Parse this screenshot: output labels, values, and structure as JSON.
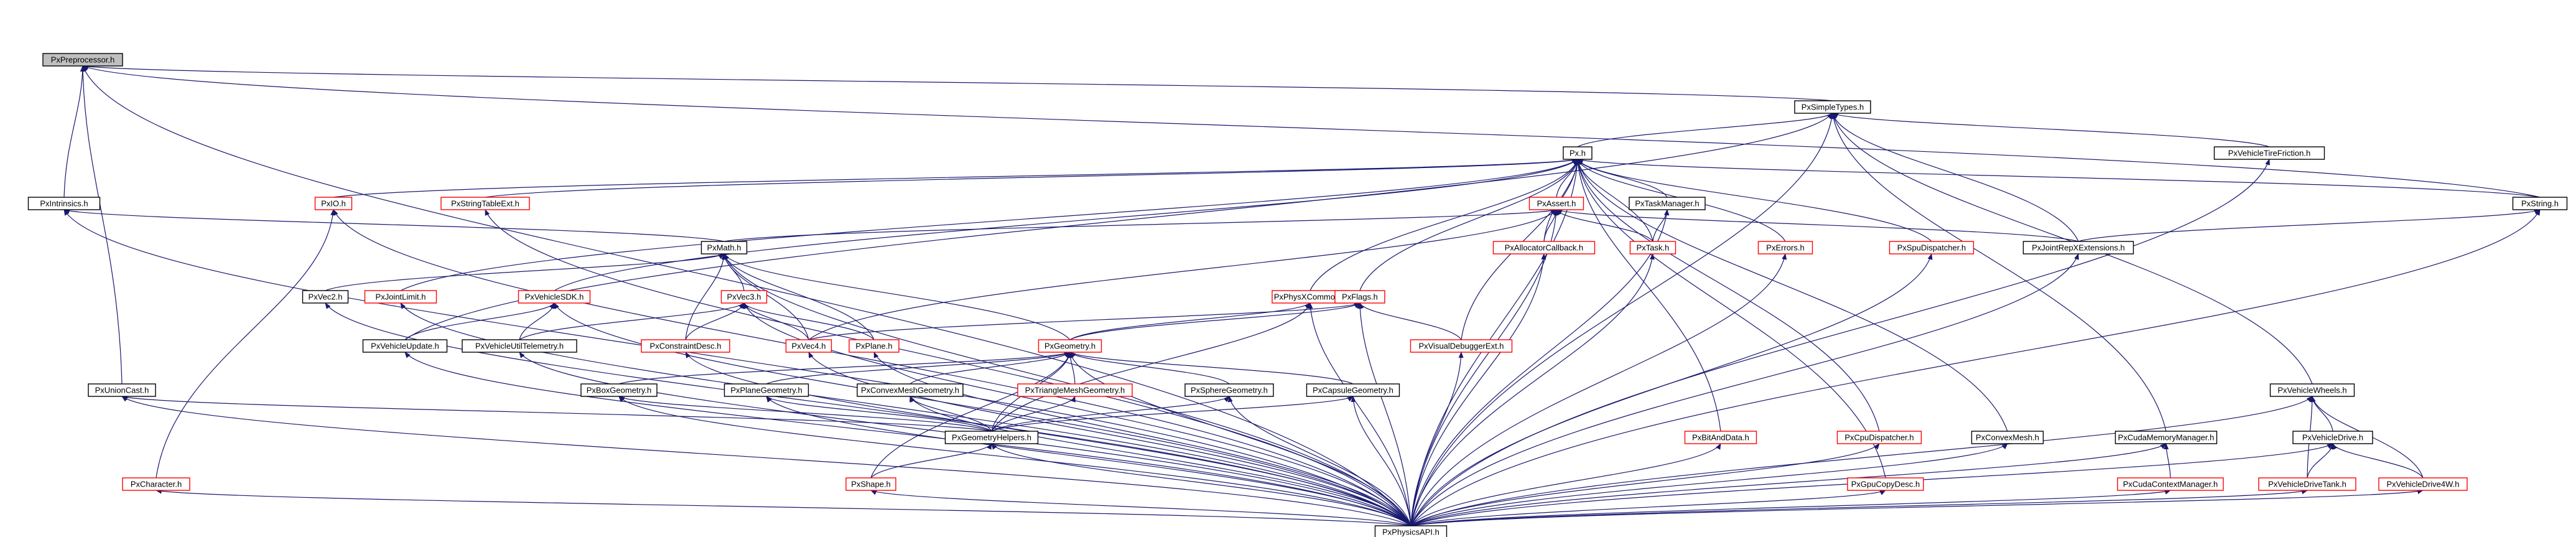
{
  "colors": {
    "edge": "#191970",
    "node_border_complete": "#000000",
    "node_border_incomplete": "#ff0000",
    "root_fill": "#bfbfbf",
    "node_fill": "#ffffff"
  },
  "nodes": [
    {
      "id": "pxpreprocessor",
      "label": "PxPreprocessor.h",
      "kind": "root"
    },
    {
      "id": "pxsimpletypes",
      "label": "PxSimpleTypes.h",
      "kind": "black"
    },
    {
      "id": "pxh",
      "label": "Px.h",
      "kind": "black"
    },
    {
      "id": "pxintrinsics",
      "label": "PxIntrinsics.h",
      "kind": "black"
    },
    {
      "id": "pxio",
      "label": "PxIO.h",
      "kind": "red"
    },
    {
      "id": "pxstringtableext",
      "label": "PxStringTableExt.h",
      "kind": "red"
    },
    {
      "id": "pxassert",
      "label": "PxAssert.h",
      "kind": "red"
    },
    {
      "id": "pxtaskmanager",
      "label": "PxTaskManager.h",
      "kind": "black"
    },
    {
      "id": "pxvehicletirefriction",
      "label": "PxVehicleTireFriction.h",
      "kind": "black"
    },
    {
      "id": "pxstring",
      "label": "PxString.h",
      "kind": "black"
    },
    {
      "id": "pxmath",
      "label": "PxMath.h",
      "kind": "black"
    },
    {
      "id": "pxallocatorcallback",
      "label": "PxAllocatorCallback.h",
      "kind": "red"
    },
    {
      "id": "pxtask",
      "label": "PxTask.h",
      "kind": "red"
    },
    {
      "id": "pxerrors",
      "label": "PxErrors.h",
      "kind": "red"
    },
    {
      "id": "pxspudispatcher",
      "label": "PxSpuDispatcher.h",
      "kind": "red"
    },
    {
      "id": "pxjointrepxextensions",
      "label": "PxJointRepXExtensions.h",
      "kind": "black"
    },
    {
      "id": "pxvec2",
      "label": "PxVec2.h",
      "kind": "black"
    },
    {
      "id": "pxjointlimit",
      "label": "PxJointLimit.h",
      "kind": "red"
    },
    {
      "id": "pxvehiclesdk",
      "label": "PxVehicleSDK.h",
      "kind": "red"
    },
    {
      "id": "pxvec3",
      "label": "PxVec3.h",
      "kind": "red"
    },
    {
      "id": "pxphysxcommon",
      "label": "PxPhysXCommon.h",
      "kind": "red"
    },
    {
      "id": "pxflags",
      "label": "PxFlags.h",
      "kind": "red"
    },
    {
      "id": "pxvehicleupdate",
      "label": "PxVehicleUpdate.h",
      "kind": "black"
    },
    {
      "id": "pxvehicleutiltelemetry",
      "label": "PxVehicleUtilTelemetry.h",
      "kind": "black"
    },
    {
      "id": "pxconstraintdesc",
      "label": "PxConstraintDesc.h",
      "kind": "red"
    },
    {
      "id": "pxvec4",
      "label": "PxVec4.h",
      "kind": "red"
    },
    {
      "id": "pxplane",
      "label": "PxPlane.h",
      "kind": "red"
    },
    {
      "id": "pxgeometry",
      "label": "PxGeometry.h",
      "kind": "red"
    },
    {
      "id": "pxvisualdebuggerext",
      "label": "PxVisualDebuggerExt.h",
      "kind": "red"
    },
    {
      "id": "pxunioncast",
      "label": "PxUnionCast.h",
      "kind": "black"
    },
    {
      "id": "pxboxgeometry",
      "label": "PxBoxGeometry.h",
      "kind": "black"
    },
    {
      "id": "pxplanegeometry",
      "label": "PxPlaneGeometry.h",
      "kind": "black"
    },
    {
      "id": "pxconvexmeshgeometry",
      "label": "PxConvexMeshGeometry.h",
      "kind": "black"
    },
    {
      "id": "pxtrianglemeshgeometry",
      "label": "PxTriangleMeshGeometry.h",
      "kind": "red"
    },
    {
      "id": "pxspheregeometry",
      "label": "PxSphereGeometry.h",
      "kind": "black"
    },
    {
      "id": "pxcapsulegeometry",
      "label": "PxCapsuleGeometry.h",
      "kind": "black"
    },
    {
      "id": "pxvehiclewheels",
      "label": "PxVehicleWheels.h",
      "kind": "black"
    },
    {
      "id": "pxvehicledrive",
      "label": "PxVehicleDrive.h",
      "kind": "black"
    },
    {
      "id": "pxgeometryhelpers",
      "label": "PxGeometryHelpers.h",
      "kind": "black"
    },
    {
      "id": "pxbitanddata",
      "label": "PxBitAndData.h",
      "kind": "red"
    },
    {
      "id": "pxcpudispatcher",
      "label": "PxCpuDispatcher.h",
      "kind": "red"
    },
    {
      "id": "pxconvexmesh",
      "label": "PxConvexMesh.h",
      "kind": "black"
    },
    {
      "id": "pxcudamemorymanager",
      "label": "PxCudaMemoryManager.h",
      "kind": "black"
    },
    {
      "id": "pxcharacter",
      "label": "PxCharacter.h",
      "kind": "red"
    },
    {
      "id": "pxshape",
      "label": "PxShape.h",
      "kind": "red"
    },
    {
      "id": "pxgpucopydesc",
      "label": "PxGpuCopyDesc.h",
      "kind": "red"
    },
    {
      "id": "pxcudacontextmanager",
      "label": "PxCudaContextManager.h",
      "kind": "red"
    },
    {
      "id": "pxvehicledrivetank",
      "label": "PxVehicleDriveTank.h",
      "kind": "red"
    },
    {
      "id": "pxvehicledrive4w",
      "label": "PxVehicleDrive4W.h",
      "kind": "red"
    },
    {
      "id": "pxphysicsapi",
      "label": "PxPhysicsAPI.h",
      "kind": "black"
    }
  ],
  "edges": [
    [
      "pxsimpletypes",
      "pxpreprocessor"
    ],
    [
      "pxintrinsics",
      "pxpreprocessor"
    ],
    [
      "pxunioncast",
      "pxpreprocessor"
    ],
    [
      "pxphysicsapi",
      "pxpreprocessor"
    ],
    [
      "pxstring",
      "pxpreprocessor"
    ],
    [
      "pxh",
      "pxsimpletypes"
    ],
    [
      "pxvehicletirefriction",
      "pxsimpletypes"
    ],
    [
      "pxjointrepxextensions",
      "pxsimpletypes"
    ],
    [
      "pxcudamemorymanager",
      "pxsimpletypes"
    ],
    [
      "pxvehiclewheels",
      "pxsimpletypes"
    ],
    [
      "pxvehicleupdate",
      "pxsimpletypes"
    ],
    [
      "pxphysicsapi",
      "pxsimpletypes"
    ],
    [
      "pxio",
      "pxh"
    ],
    [
      "pxstringtableext",
      "pxh"
    ],
    [
      "pxassert",
      "pxh"
    ],
    [
      "pxtaskmanager",
      "pxh"
    ],
    [
      "pxallocatorcallback",
      "pxh"
    ],
    [
      "pxtask",
      "pxh"
    ],
    [
      "pxerrors",
      "pxh"
    ],
    [
      "pxspudispatcher",
      "pxh"
    ],
    [
      "pxstring",
      "pxh"
    ],
    [
      "pxvehiclesdk",
      "pxh"
    ],
    [
      "pxjointlimit",
      "pxh"
    ],
    [
      "pxphysxcommon",
      "pxh"
    ],
    [
      "pxflags",
      "pxh"
    ],
    [
      "pxvisualdebuggerext",
      "pxh"
    ],
    [
      "pxbitanddata",
      "pxh"
    ],
    [
      "pxcpudispatcher",
      "pxh"
    ],
    [
      "pxgpucopydesc",
      "pxh"
    ],
    [
      "pxconvexmesh",
      "pxh"
    ],
    [
      "pxjointrepxextensions",
      "pxstring"
    ],
    [
      "pxmath",
      "pxintrinsics"
    ],
    [
      "pxphysicsapi",
      "pxintrinsics"
    ],
    [
      "pxmath",
      "pxassert"
    ],
    [
      "pxallocatorcallback",
      "pxassert"
    ],
    [
      "pxtask",
      "pxassert"
    ],
    [
      "pxjointrepxextensions",
      "pxassert"
    ],
    [
      "pxvec4",
      "pxassert"
    ],
    [
      "pxphysicsapi",
      "pxassert"
    ],
    [
      "pxtask",
      "pxtaskmanager"
    ],
    [
      "pxphysicsapi",
      "pxtaskmanager"
    ],
    [
      "pxvec2",
      "pxmath"
    ],
    [
      "pxvec3",
      "pxmath"
    ],
    [
      "pxvec4",
      "pxmath"
    ],
    [
      "pxplane",
      "pxmath"
    ],
    [
      "pxconstraintdesc",
      "pxmath"
    ],
    [
      "pxgeometry",
      "pxmath"
    ],
    [
      "pxphysicsapi",
      "pxmath"
    ],
    [
      "pxconstraintdesc",
      "pxvec3"
    ],
    [
      "pxvec4",
      "pxvec3"
    ],
    [
      "pxplane",
      "pxvec3"
    ],
    [
      "pxvehicleutiltelemetry",
      "pxvec3"
    ],
    [
      "pxphysicsapi",
      "pxvec3"
    ],
    [
      "pxvehicleupdate",
      "pxvehiclesdk"
    ],
    [
      "pxvehicleutiltelemetry",
      "pxvehiclesdk"
    ],
    [
      "pxphysicsapi",
      "pxvehiclesdk"
    ],
    [
      "pxgeometry",
      "pxphysxcommon"
    ],
    [
      "pxgeometryhelpers",
      "pxphysxcommon"
    ],
    [
      "pxphysicsapi",
      "pxphysxcommon"
    ],
    [
      "pxvec4",
      "pxflags"
    ],
    [
      "pxgeometry",
      "pxflags"
    ],
    [
      "pxvisualdebuggerext",
      "pxflags"
    ],
    [
      "pxphysicsapi",
      "pxflags"
    ],
    [
      "pxboxgeometry",
      "pxgeometry"
    ],
    [
      "pxplanegeometry",
      "pxgeometry"
    ],
    [
      "pxconvexmeshgeometry",
      "pxgeometry"
    ],
    [
      "pxtrianglemeshgeometry",
      "pxgeometry"
    ],
    [
      "pxspheregeometry",
      "pxgeometry"
    ],
    [
      "pxcapsulegeometry",
      "pxgeometry"
    ],
    [
      "pxgeometryhelpers",
      "pxgeometry"
    ],
    [
      "pxshape",
      "pxgeometry"
    ],
    [
      "pxphysicsapi",
      "pxgeometry"
    ],
    [
      "pxgeometryhelpers",
      "pxboxgeometry"
    ],
    [
      "pxgeometryhelpers",
      "pxplanegeometry"
    ],
    [
      "pxgeometryhelpers",
      "pxconvexmeshgeometry"
    ],
    [
      "pxgeometryhelpers",
      "pxtrianglemeshgeometry"
    ],
    [
      "pxgeometryhelpers",
      "pxspheregeometry"
    ],
    [
      "pxgeometryhelpers",
      "pxcapsulegeometry"
    ],
    [
      "pxgeometryhelpers",
      "pxunioncast"
    ],
    [
      "pxshape",
      "pxgeometryhelpers"
    ],
    [
      "pxphysicsapi",
      "pxgeometryhelpers"
    ],
    [
      "pxphysicsapi",
      "pxboxgeometry"
    ],
    [
      "pxphysicsapi",
      "pxplanegeometry"
    ],
    [
      "pxphysicsapi",
      "pxconvexmeshgeometry"
    ],
    [
      "pxphysicsapi",
      "pxspheregeometry"
    ],
    [
      "pxphysicsapi",
      "pxcapsulegeometry"
    ],
    [
      "pxphysicsapi",
      "pxshape"
    ],
    [
      "pxphysicsapi",
      "pxvec2"
    ],
    [
      "pxphysicsapi",
      "pxvec4"
    ],
    [
      "pxphysicsapi",
      "pxplane"
    ],
    [
      "pxphysicsapi",
      "pxconstraintdesc"
    ],
    [
      "pxphysicsapi",
      "pxvehicleupdate"
    ],
    [
      "pxphysicsapi",
      "pxvehicleutiltelemetry"
    ],
    [
      "pxphysicsapi",
      "pxjointlimit"
    ],
    [
      "pxphysicsapi",
      "pxio"
    ],
    [
      "pxphysicsapi",
      "pxstringtableext"
    ],
    [
      "pxphysicsapi",
      "pxallocatorcallback"
    ],
    [
      "pxphysicsapi",
      "pxtask"
    ],
    [
      "pxphysicsapi",
      "pxerrors"
    ],
    [
      "pxphysicsapi",
      "pxspudispatcher"
    ],
    [
      "pxphysicsapi",
      "pxvisualdebuggerext"
    ],
    [
      "pxphysicsapi",
      "pxbitanddata"
    ],
    [
      "pxphysicsapi",
      "pxcpudispatcher"
    ],
    [
      "pxphysicsapi",
      "pxgpucopydesc"
    ],
    [
      "pxphysicsapi",
      "pxconvexmesh"
    ],
    [
      "pxphysicsapi",
      "pxjointrepxextensions"
    ],
    [
      "pxphysicsapi",
      "pxunioncast"
    ],
    [
      "pxphysicsapi",
      "pxcharacter"
    ],
    [
      "pxphysicsapi",
      "pxcudamemorymanager"
    ],
    [
      "pxphysicsapi",
      "pxcudacontextmanager"
    ],
    [
      "pxphysicsapi",
      "pxvehicletirefriction"
    ],
    [
      "pxphysicsapi",
      "pxvehiclewheels"
    ],
    [
      "pxphysicsapi",
      "pxvehicledrive"
    ],
    [
      "pxphysicsapi",
      "pxvehicledrivetank"
    ],
    [
      "pxphysicsapi",
      "pxvehicledrive4w"
    ],
    [
      "pxphysicsapi",
      "pxstring"
    ],
    [
      "pxphysicsapi",
      "pxh"
    ],
    [
      "pxcharacter",
      "pxio"
    ],
    [
      "pxcudacontextmanager",
      "pxcudamemorymanager"
    ],
    [
      "pxvehicledrive",
      "pxvehiclewheels"
    ],
    [
      "pxvehicledrivetank",
      "pxvehiclewheels"
    ],
    [
      "pxvehicledrive4w",
      "pxvehiclewheels"
    ],
    [
      "pxvehicledrivetank",
      "pxvehicledrive"
    ],
    [
      "pxvehicledrive4w",
      "pxvehicledrive"
    ]
  ]
}
